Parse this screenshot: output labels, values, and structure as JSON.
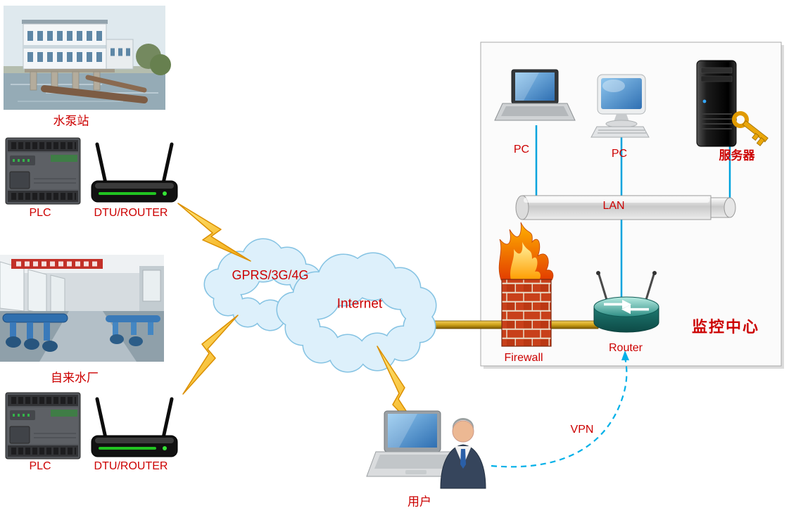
{
  "sites": [
    {
      "name": "水泵站",
      "plc_label": "PLC",
      "dtu_label": "DTU/ROUTER"
    },
    {
      "name": "自来水厂",
      "plc_label": "PLC",
      "dtu_label": "DTU/ROUTER"
    }
  ],
  "wan": {
    "gprs": "GPRS/3G/4G",
    "internet": "Internet",
    "vpn": "VPN"
  },
  "center": {
    "title": "监控中心",
    "pc_laptop": "PC",
    "pc_desktop": "PC",
    "server": "服务器",
    "lan": "LAN",
    "firewall": "Firewall",
    "router": "Router"
  },
  "user": {
    "label": "用户"
  },
  "colors": {
    "label_red": "#cc0000",
    "cloud_fill": "#cfe9f8",
    "cloud_stroke": "#85c3e3",
    "link_cyan": "#00a3dd",
    "bolt_yellow": "#f7c51e",
    "gold_link": "#c89b2a",
    "router_teal": "#2f8f86"
  }
}
